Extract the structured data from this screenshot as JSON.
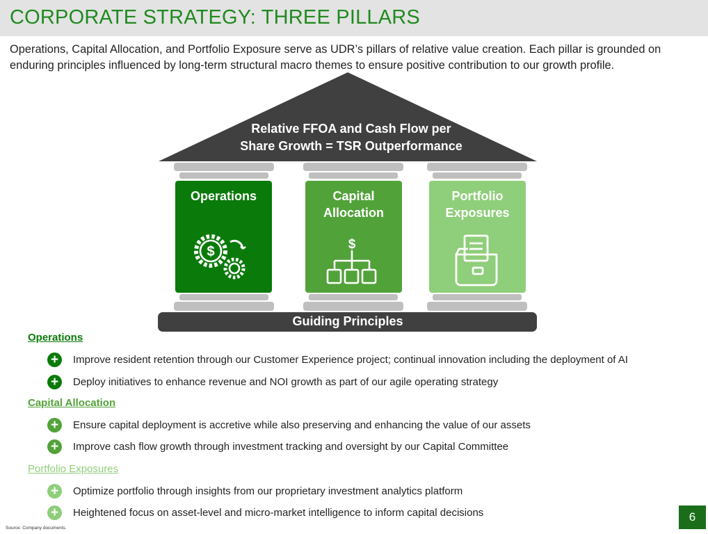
{
  "colors": {
    "dark_green": "#0a7a0a",
    "mid_green": "#52a23a",
    "light_green": "#8fce7a",
    "title_green": "#1f8a1f",
    "roof_gray": "#404040",
    "ledge_gray": "#bfbfbf"
  },
  "title": "CORPORATE STRATEGY: THREE PILLARS",
  "intro": "Operations, Capital Allocation, and Portfolio Exposure serve as UDR’s pillars of relative value creation. Each pillar is grounded on enduring principles influenced by long-term structural macro themes to ensure positive contribution to our growth profile.",
  "roof": {
    "line1": "Relative FFOA and Cash Flow per",
    "line2": "Share Growth = TSR Outperformance"
  },
  "pillars": [
    {
      "line1": "Operations",
      "line2": "",
      "icon": "gears-dollar-icon"
    },
    {
      "line1": "Capital",
      "line2": "Allocation",
      "icon": "dollar-flowchart-icon"
    },
    {
      "line1": "Portfolio",
      "line2": "Exposures",
      "icon": "portfolio-folder-icon"
    }
  ],
  "base": "Guiding Principles",
  "sections": [
    {
      "heading": "Operations",
      "bullets": [
        "Improve resident retention through our Customer Experience project; continual innovation including the deployment of AI",
        "Deploy initiatives to enhance revenue and NOI growth as part of our agile operating strategy"
      ]
    },
    {
      "heading": "Capital Allocation",
      "bullets": [
        "Ensure capital deployment is accretive while also preserving and enhancing the value of our assets",
        "Improve cash flow growth through investment tracking and oversight by our Capital Committee"
      ]
    },
    {
      "heading": "Portfolio Exposures",
      "bullets": [
        "Optimize portfolio through insights from our proprietary investment analytics platform",
        "Heightened focus on asset-level and micro-market intelligence to inform capital decisions"
      ]
    }
  ],
  "bullet_symbol": "+",
  "source": "Source:  Company documents.",
  "page_number": "6"
}
